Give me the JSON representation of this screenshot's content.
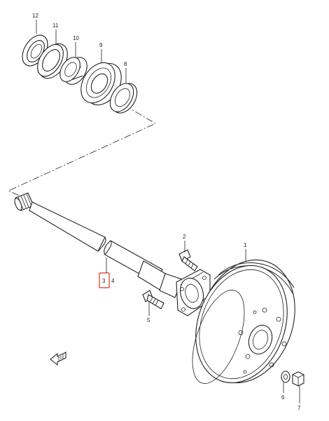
{
  "callouts": {
    "p1": "1",
    "p2": "2",
    "p3": "3",
    "p4": "4",
    "p5": "5",
    "p6": "6",
    "p7": "7",
    "p8": "8",
    "p9": "9",
    "p10": "10",
    "p11": "11",
    "p12": "12"
  },
  "highlighted_part": "3",
  "colors": {
    "line": "#222222",
    "highlight": "#d9342b",
    "background": "#ffffff"
  },
  "icons": {
    "front_arrow": "front-direction-arrow-icon"
  }
}
